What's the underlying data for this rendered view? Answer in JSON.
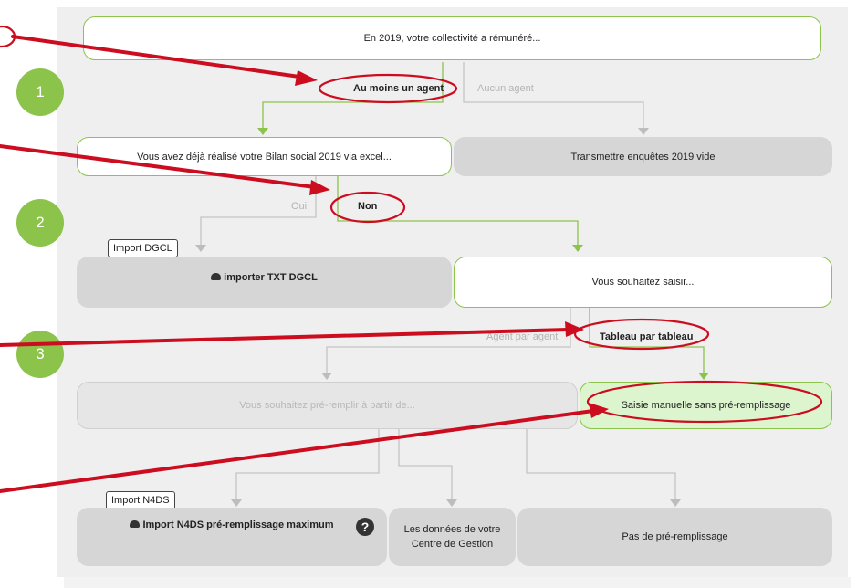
{
  "steps": [
    "1",
    "2",
    "3"
  ],
  "row1": {
    "question": "En 2019, votre collectivité a rémunéré...",
    "option_yes": "Au moins un agent",
    "option_no": "Aucun agent"
  },
  "row2": {
    "question": "Vous avez déjà réalisé votre Bilan social 2019 via excel...",
    "empty_surveys": "Transmettre enquêtes 2019 vide",
    "option_yes": "Oui",
    "option_no": "Non",
    "import_tag": "Import DGCL",
    "import_button": "importer TXT DGCL",
    "enter_question": "Vous souhaitez saisir..."
  },
  "row3": {
    "option_agent": "Agent par agent",
    "option_table": "Tableau par tableau",
    "prefill_question": "Vous souhaitez pré-remplir à partir de...",
    "manual_entry": "Saisie manuelle sans pré-remplissage"
  },
  "row4": {
    "import_tag": "Import N4DS",
    "n4ds_button": "Import N4DS pré-remplissage maximum",
    "help": "?",
    "cdg_data": "Les données de votre Centre de Gestion",
    "no_prefill": "Pas de pré-remplissage"
  },
  "colors": {
    "accent_green": "#8cc34a",
    "highlight_red": "#cc0c1f",
    "box_grey": "#d6d6d6",
    "panel_grey": "#efefef"
  }
}
